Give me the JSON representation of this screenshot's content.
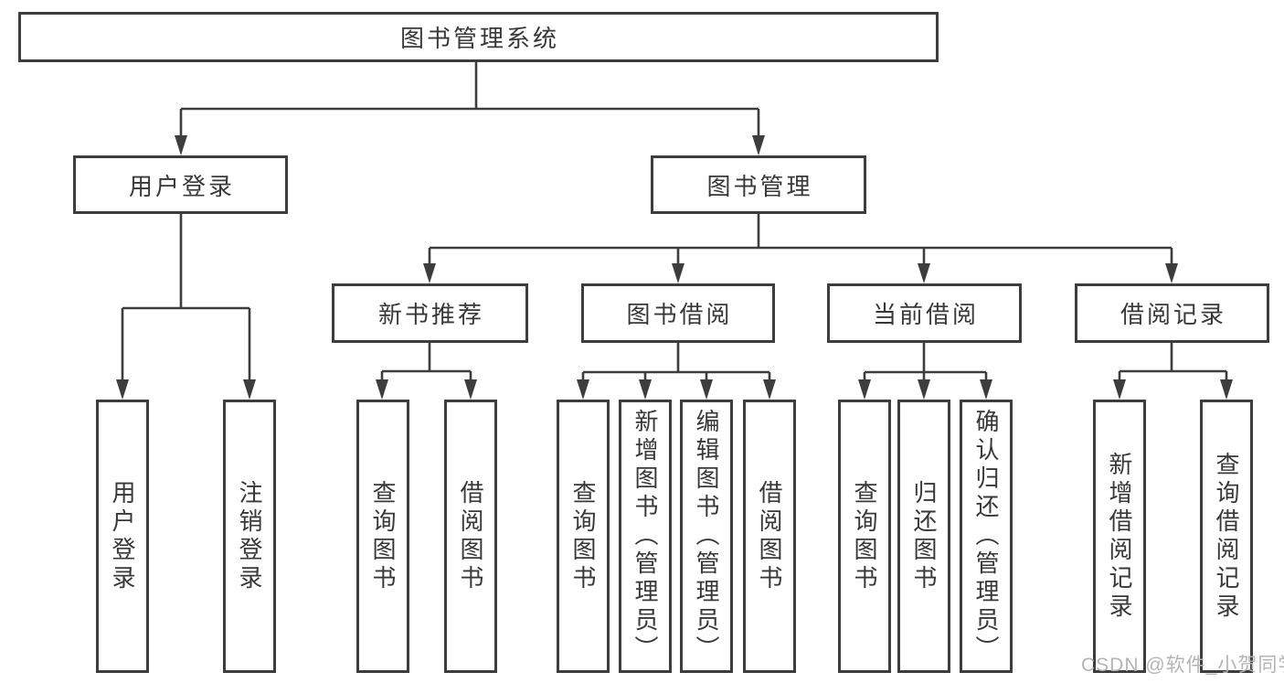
{
  "tree": {
    "root": "图书管理系统",
    "level2": [
      {
        "label": "用户登录",
        "children": [
          "用户登录",
          "注销登录"
        ]
      },
      {
        "label": "图书管理",
        "children": [
          {
            "label": "新书推荐",
            "children": [
              "查询图书",
              "借阅图书"
            ]
          },
          {
            "label": "图书借阅",
            "children": [
              "查询图书",
              "新增图书（管理员）",
              "编辑图书（管理员）",
              "借阅图书"
            ]
          },
          {
            "label": "当前借阅",
            "children": [
              "查询图书",
              "归还图书",
              "确认归还（管理员）"
            ]
          },
          {
            "label": "借阅记录",
            "children": [
              "新增借阅记录",
              "查询借阅记录"
            ]
          }
        ]
      }
    ]
  },
  "watermark": "CSDN @软件_小贺同学",
  "colors": {
    "line": "#3d3d3d",
    "text": "#383838",
    "watermark": "#b5b5b5",
    "background": "#ffffff"
  }
}
